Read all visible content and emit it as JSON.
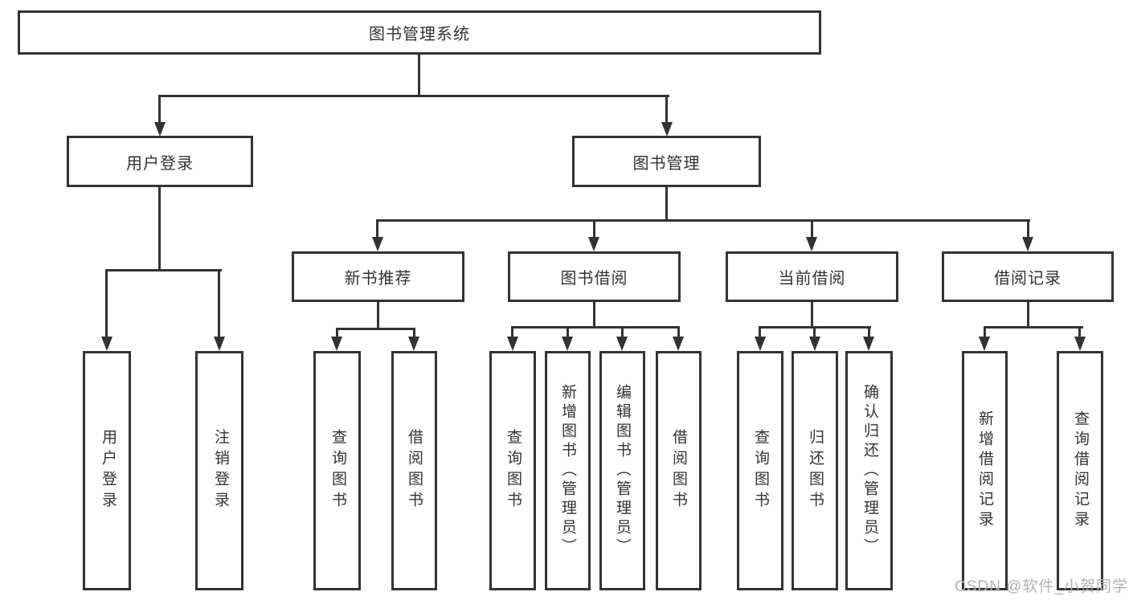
{
  "nodes": {
    "root": {
      "label": "图书管理系统"
    },
    "user_login": {
      "label": "用户登录"
    },
    "book_management": {
      "label": "图书管理"
    },
    "login": {
      "label": "用户登录"
    },
    "logout": {
      "label": "注销登录"
    },
    "new_book_recommend": {
      "label": "新书推荐"
    },
    "book_borrow": {
      "label": "图书借阅"
    },
    "current_borrow": {
      "label": "当前借阅"
    },
    "borrow_record": {
      "label": "借阅记录"
    },
    "nbr_query_book": {
      "label": "查询图书"
    },
    "nbr_borrow_book": {
      "label": "借阅图书"
    },
    "bb_query_book": {
      "label": "查询图书"
    },
    "bb_add_book": {
      "label": "新增图书（管理员）"
    },
    "bb_edit_book": {
      "label": "编辑图书（管理员）"
    },
    "bb_borrow_book": {
      "label": "借阅图书"
    },
    "cb_query_book": {
      "label": "查询图书"
    },
    "cb_return_book": {
      "label": "归还图书"
    },
    "cb_confirm_return": {
      "label": "确认归还（管理员）"
    },
    "br_new_record": {
      "label": "新增借阅记录"
    },
    "br_query_record": {
      "label": "查询借阅记录"
    }
  },
  "watermark": {
    "text": "CSDN @软件_小贺同学"
  },
  "colors": {
    "line": "#333333",
    "box_border": "#333333",
    "text": "#333333",
    "watermark": "#b3b3b3",
    "background": "#ffffff"
  }
}
